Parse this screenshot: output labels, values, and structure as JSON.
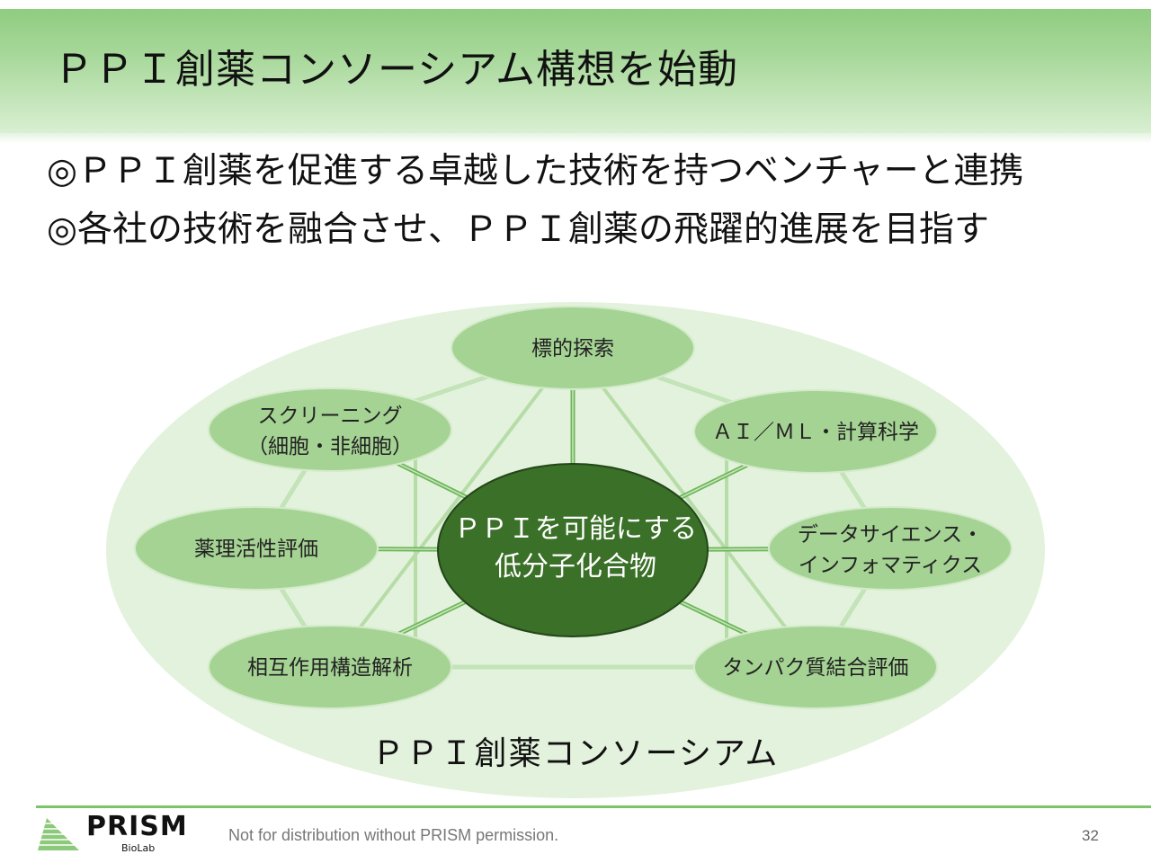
{
  "title": "ＰＰＩ創薬コンソーシアム構想を始動",
  "bullets": [
    "◎ＰＰＩ創薬を促進する卓越した技術を持つベンチャーと連携",
    "◎各社の技術を融合させ、ＰＰＩ創薬の飛躍的進展を目指す"
  ],
  "diagram": {
    "center": {
      "line1": "ＰＰＩを可能にする",
      "line2": "低分子化合物"
    },
    "nodes": [
      {
        "line1": "標的探索",
        "line2": ""
      },
      {
        "line1": "ＡＩ／ＭＬ・計算科学",
        "line2": ""
      },
      {
        "line1": "データサイエンス・",
        "line2": "インフォマティクス"
      },
      {
        "line1": "タンパク質結合評価",
        "line2": ""
      },
      {
        "line1": "相互作用構造解析",
        "line2": ""
      },
      {
        "line1": "薬理活性評価",
        "line2": ""
      },
      {
        "line1": "スクリーニング",
        "line2": "（細胞・非細胞）"
      }
    ],
    "consortium_label": "ＰＰＩ創薬コンソーシアム"
  },
  "footer": {
    "logo_text": "PRISM",
    "logo_subtext": "BioLab",
    "disclaimer": "Not for distribution without PRISM permission.",
    "page_number": "32"
  },
  "colors": {
    "accent": "#7cc46a",
    "center": "#3a7027",
    "node": "#a5d394",
    "outer": "#e3f2dc"
  }
}
